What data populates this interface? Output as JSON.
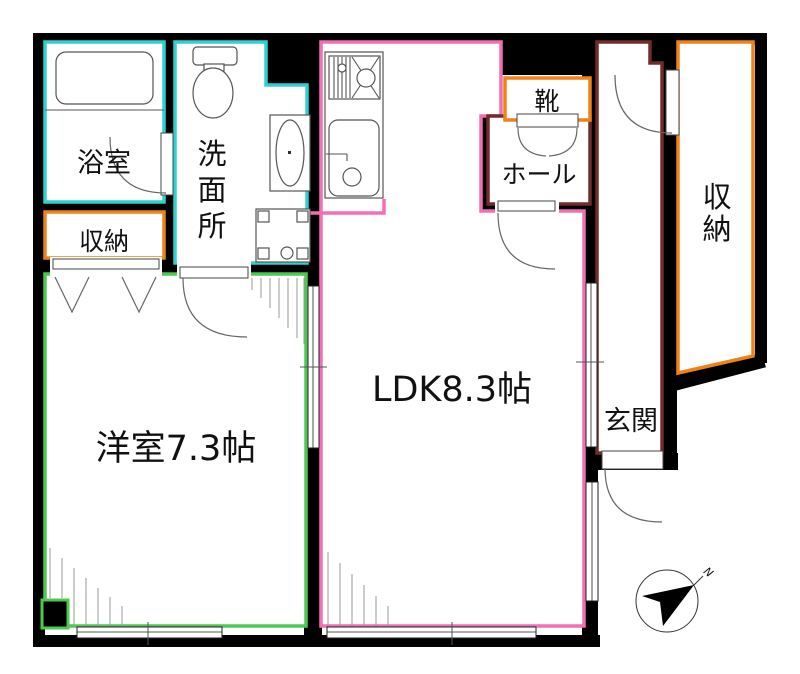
{
  "floorplan": {
    "rooms": {
      "bathroom": {
        "label": "浴室"
      },
      "washroom": {
        "chars": [
          "洗",
          "面",
          "所"
        ]
      },
      "storage_left": {
        "label": "収納"
      },
      "western_room": {
        "label": "洋室7.3帖"
      },
      "ldk": {
        "label": "LDK8.3帖"
      },
      "shoe_box": {
        "label": "靴"
      },
      "hall": {
        "label": "ホール"
      },
      "entrance": {
        "label": "玄関"
      },
      "storage_right": {
        "chars": [
          "収",
          "納"
        ]
      }
    },
    "compass": {
      "north_label": "N"
    },
    "colors": {
      "wall": "#000000",
      "bathroom_border": "#2fd0d0",
      "washroom_border": "#2fd0d0",
      "storage_border": "#ef8318",
      "western_room_border": "#4ec84e",
      "ldk_border": "#f46eb4",
      "hall_border": "#702c2c",
      "entrance_border": "#702c2c"
    }
  }
}
